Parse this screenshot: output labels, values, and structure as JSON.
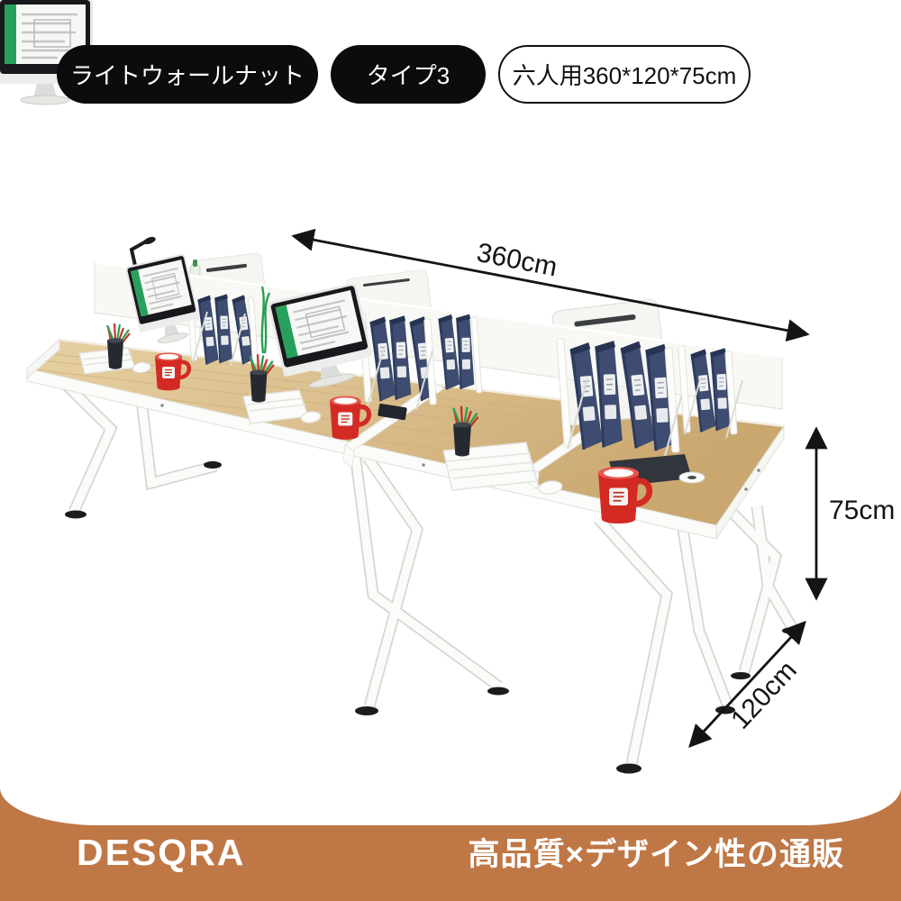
{
  "badges": [
    {
      "id": "color",
      "label": "ライトウォールナット",
      "style": "dark"
    },
    {
      "id": "type",
      "label": "タイプ3",
      "style": "dark"
    },
    {
      "id": "size",
      "label": "六人用360*120*75cm",
      "style": "outline"
    }
  ],
  "dimensions": {
    "length": "360cm",
    "height": "75cm",
    "depth": "120cm"
  },
  "footer": {
    "brand": "DESQRA",
    "tagline": "高品質×デザイン性の通販"
  },
  "colors": {
    "banner": "#bf7746",
    "badge_bg": "#0c0c0c",
    "badge_text": "#ffffff",
    "wood": "#d9bc8a",
    "frame_white": "#fbfbf9",
    "binder_navy": "#3d4c70",
    "mug_red": "#d42a24",
    "screen_green": "#27a05b",
    "arrow": "#141414"
  }
}
